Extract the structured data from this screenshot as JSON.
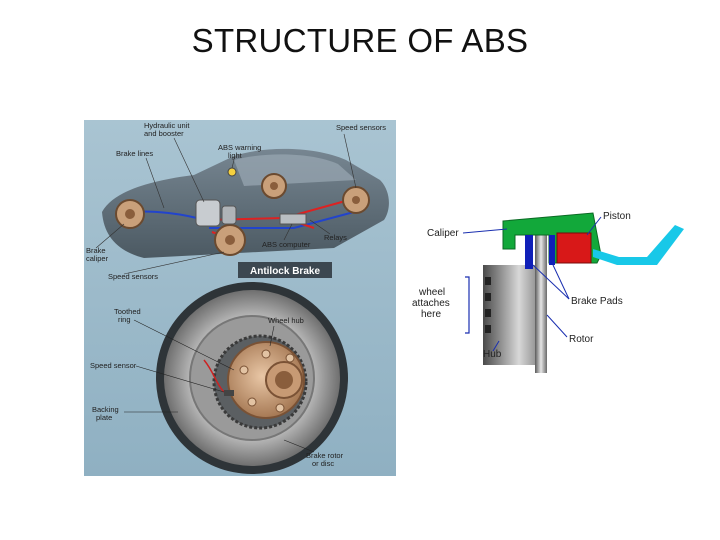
{
  "title": "STRUCTURE OF ABS",
  "left_diagram": {
    "banner": "Antilock Brake",
    "labels": {
      "hydraulic_unit_line1": "Hydraulic unit",
      "hydraulic_unit_line2": "and booster",
      "speed_sensors_top": "Speed sensors",
      "brake_lines": "Brake lines",
      "abs_warning_line1": "ABS warning",
      "abs_warning_line2": "light",
      "brake_caliper_line1": "Brake",
      "brake_caliper_line2": "caliper",
      "abs_computer": "ABS computer",
      "relays": "Relays",
      "speed_sensors_bottom": "Speed sensors",
      "toothed_ring_line1": "Toothed",
      "toothed_ring_line2": "ring",
      "wheel_hub": "Wheel hub",
      "speed_sensor": "Speed sensor",
      "backing_plate_line1": "Backing",
      "backing_plate_line2": "plate",
      "brake_rotor_line1": "Brake rotor",
      "brake_rotor_line2": "or disc"
    }
  },
  "right_diagram": {
    "labels": {
      "piston": "Piston",
      "caliper": "Caliper",
      "wheel_line1": "wheel",
      "wheel_line2": "attaches",
      "wheel_line3": "here",
      "brake_pads": "Brake Pads",
      "rotor": "Rotor",
      "hub": "Hub"
    }
  }
}
